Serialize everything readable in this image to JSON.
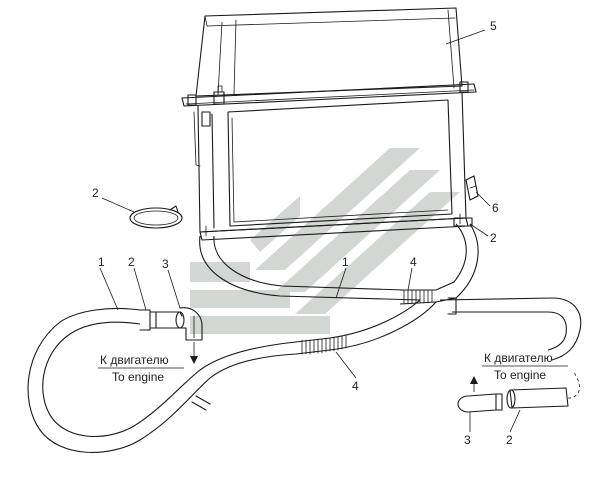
{
  "callouts": {
    "c1_left": "1",
    "c2_left_hose": "2",
    "c3_left": "3",
    "c2_ring": "2",
    "c1_middle": "1",
    "c4_upper": "4",
    "c4_lower": "4",
    "c5": "5",
    "c6": "6",
    "c2_right_top": "2",
    "c3_right": "3",
    "c2_right_bottom": "2"
  },
  "captions": {
    "left_ru": "К двигателю",
    "left_en": "To engine",
    "right_ru": "К двигателю",
    "right_en": "To engine"
  },
  "colors": {
    "line": "#1a1a1a",
    "watermark": "#d3d7d4"
  },
  "watermark_icon": "logo-watermark-icon"
}
